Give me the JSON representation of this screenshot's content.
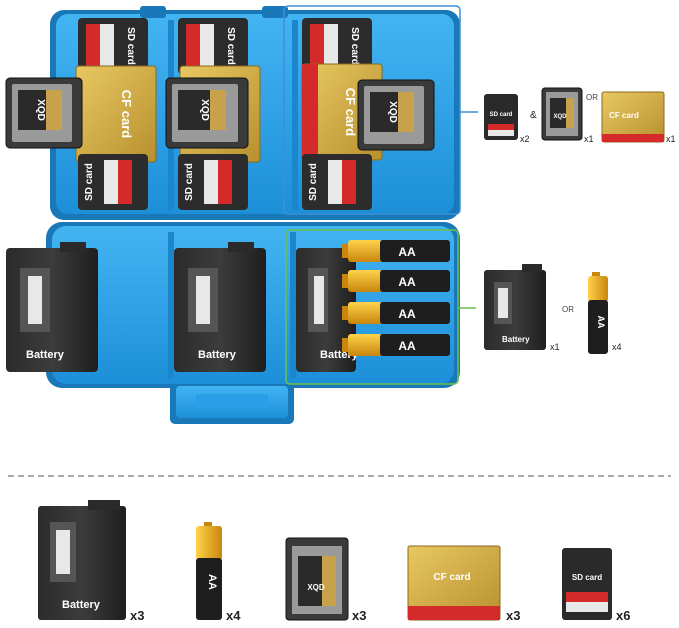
{
  "labels": {
    "sd_card": "SD card",
    "cf_card": "CF card",
    "xqd": "XQD",
    "battery": "Battery",
    "aa": "AA",
    "amp": "&",
    "or": "OR"
  },
  "legend_top": {
    "sd_count": "x2",
    "xqd_count": "x1",
    "cf_count": "x1"
  },
  "legend_mid": {
    "battery_count": "x1",
    "aa_count": "x4"
  },
  "bottom_totals": {
    "battery": "x3",
    "aa": "x4",
    "xqd": "x3",
    "cf": "x3",
    "sd": "x6"
  },
  "colors": {
    "case_blue": "#2aa0e6",
    "case_dark_blue": "#1878b8",
    "outline_blue": "#3c8fd6",
    "outline_green": "#6cc04a",
    "cf_gold": "#d8b24a",
    "sd_red": "#d42a2a",
    "aa_gold": "#f0b020"
  }
}
